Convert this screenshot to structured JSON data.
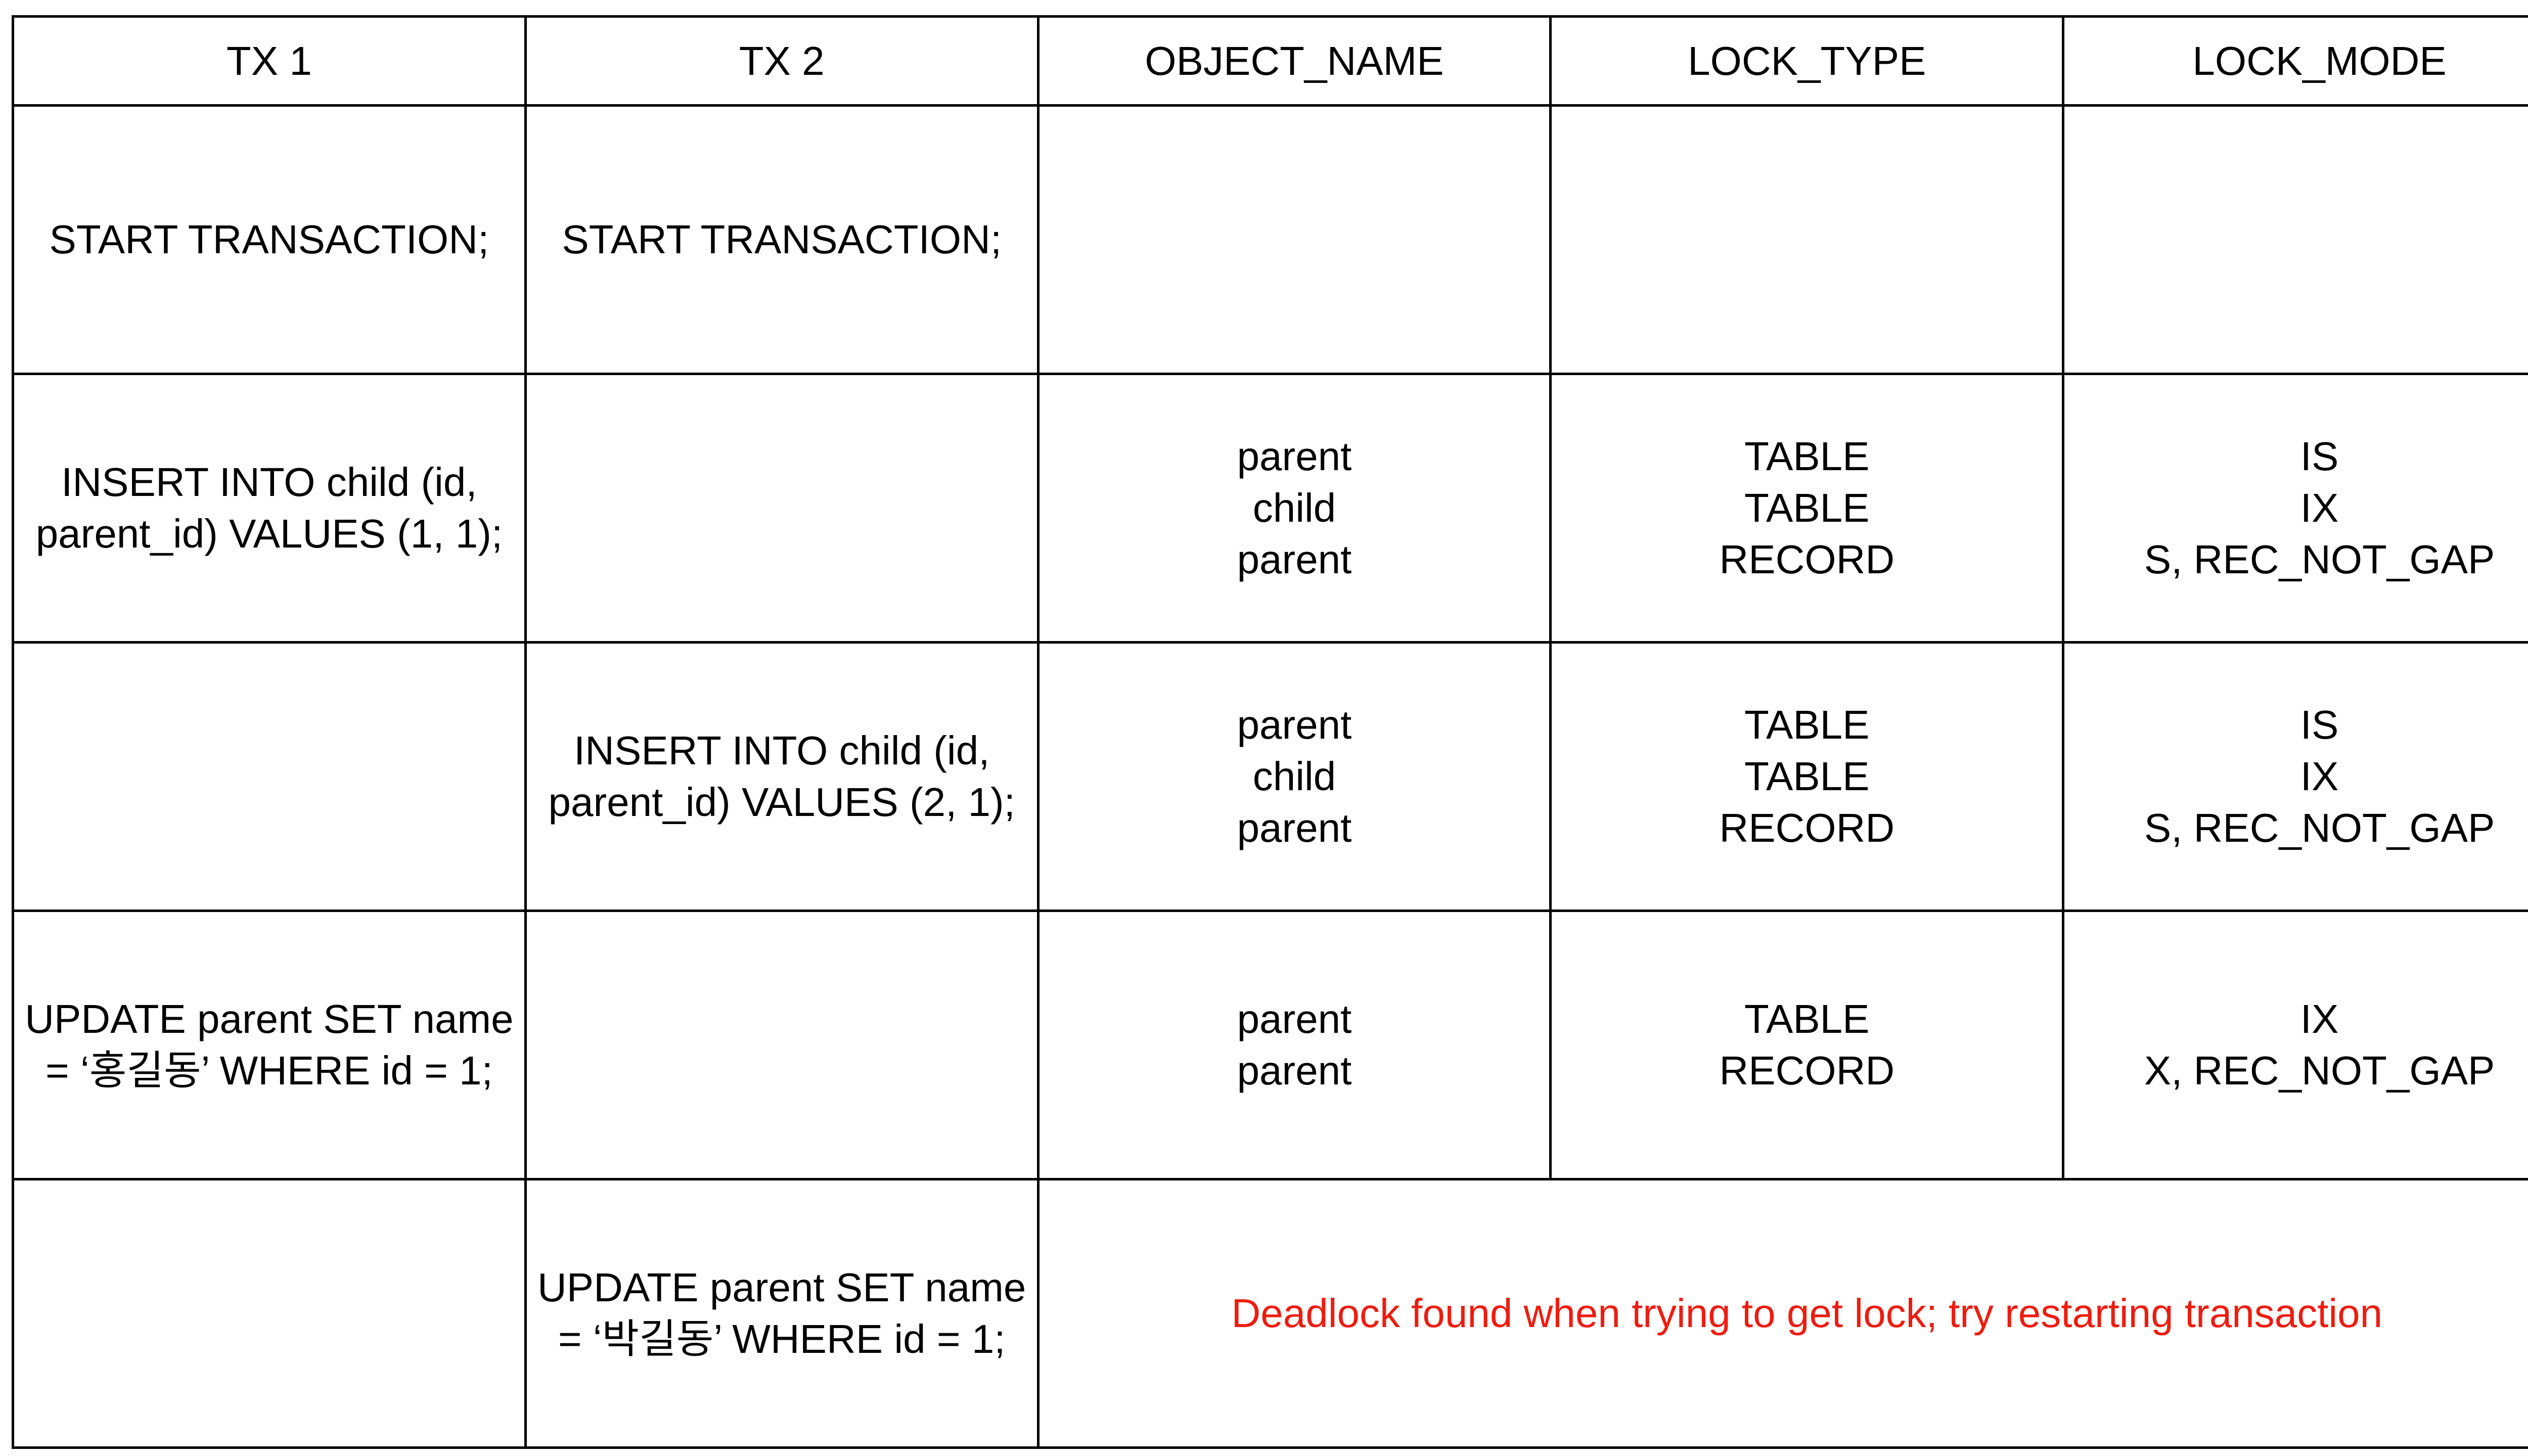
{
  "colors": {
    "border": "#000000",
    "text": "#000000",
    "error": "#ee1c0f"
  },
  "table": {
    "headers": [
      "TX 1",
      "TX 2",
      "OBJECT_NAME",
      "LOCK_TYPE",
      "LOCK_MODE"
    ],
    "rows": [
      {
        "tx1": "START TRANSACTION;",
        "tx2": "START TRANSACTION;",
        "object_name": "",
        "lock_type": "",
        "lock_mode": ""
      },
      {
        "tx1": "INSERT INTO child (id, parent_id) VALUES (1, 1);",
        "tx2": "",
        "object_name": "parent\nchild\nparent",
        "lock_type": "TABLE\nTABLE\nRECORD",
        "lock_mode": "IS\nIX\nS, REC_NOT_GAP"
      },
      {
        "tx1": "",
        "tx2": "INSERT INTO child (id, parent_id) VALUES (2, 1);",
        "object_name": "parent\nchild\nparent",
        "lock_type": "TABLE\nTABLE\nRECORD",
        "lock_mode": "IS\nIX\nS, REC_NOT_GAP"
      },
      {
        "tx1": "UPDATE parent SET name = ‘홍길동’ WHERE id = 1;",
        "tx2": "",
        "object_name": "parent\nparent",
        "lock_type": "TABLE\nRECORD",
        "lock_mode": "IX\nX, REC_NOT_GAP"
      },
      {
        "tx1": "",
        "tx2": "UPDATE parent SET name = ‘박길동’ WHERE id = 1;",
        "error_message": "Deadlock found when trying to get lock; try restarting transaction"
      }
    ]
  }
}
